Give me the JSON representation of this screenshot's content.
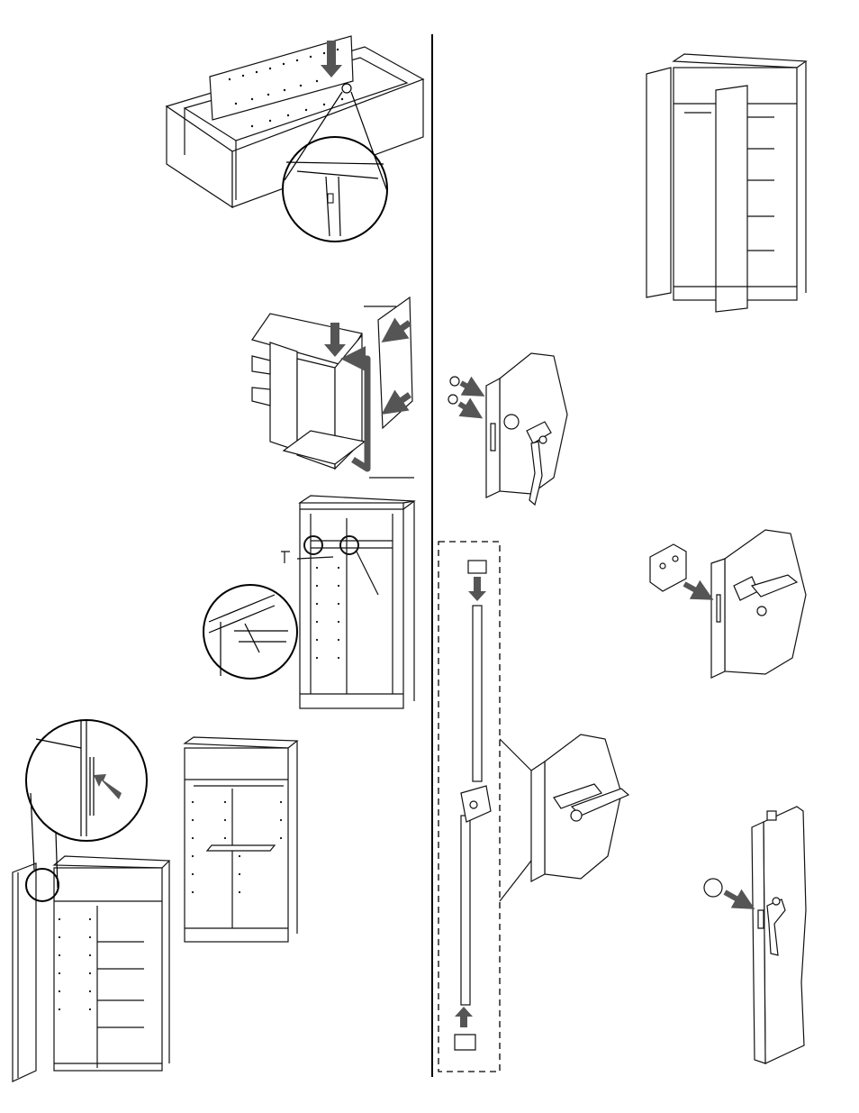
{
  "page": {
    "background": "#ffffff",
    "line_color": "#111111",
    "arrow_color": "#555555",
    "callout_border": "#000000"
  },
  "figures": [
    {
      "id": "base-frame-back-panel",
      "arrow_icon": "arrow-down-icon",
      "callout": "round-magnifier"
    },
    {
      "id": "side-panel-attach",
      "arrow_icon": "arrow-icon"
    },
    {
      "id": "hanging-rod-bracket",
      "callout": "round-magnifier"
    },
    {
      "id": "door-hinge-install",
      "arrow_icon": "arrow-icon",
      "callout": "round-magnifier"
    },
    {
      "id": "shelved-cabinet-body"
    },
    {
      "id": "assembled-cabinet-open-doors"
    },
    {
      "id": "lock-handle-screws",
      "arrow_icon": "arrow-icon"
    },
    {
      "id": "latch-plate-install",
      "arrow_icon": "arrow-icon"
    },
    {
      "id": "lock-rod-assembly",
      "arrow_icon": "arrow-icon",
      "outline": "dashed-box"
    },
    {
      "id": "door-handle-knob",
      "arrow_icon": "arrow-icon"
    }
  ]
}
